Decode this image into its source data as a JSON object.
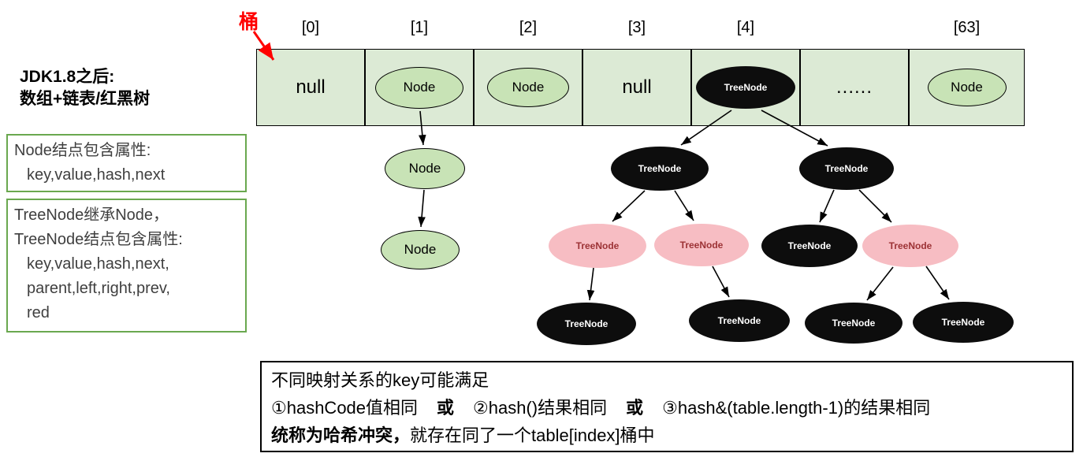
{
  "colors": {
    "cell_green": "#dcead5",
    "node_green": "#c8e3b6",
    "treenode_black": "#0d0d0d",
    "treenode_pink": "#f7bdc3",
    "pink_node_text": "#9c3235",
    "box_border_green": "#6aa84f",
    "bucket_arrow_red": "#ff0000"
  },
  "left_panel": {
    "title_line1": "JDK1.8之后:",
    "title_line2": "数组+链表/红黑树",
    "node_box": {
      "line1": "Node结点包含属性:",
      "line2": "key,value,hash,next"
    },
    "treenode_box": {
      "line1": "TreeNode继承Node，",
      "line2": "TreeNode结点包含属性:",
      "line3": "key,value,hash,next,",
      "line4": "parent,left,right,prev,",
      "line5": "red"
    }
  },
  "bucket_pointer": {
    "label": "桶"
  },
  "array": {
    "cells": [
      {
        "index": "[0]",
        "label": "null"
      },
      {
        "index": "[1]",
        "label": "Node"
      },
      {
        "index": "[2]",
        "label": "Node"
      },
      {
        "index": "[3]",
        "label": "null"
      },
      {
        "index": "[4]",
        "label": "TreeNode"
      },
      {
        "index": "",
        "label": "......"
      },
      {
        "index": "[63]",
        "label": "Node"
      }
    ]
  },
  "linked_list": {
    "nodes": [
      {
        "label": "Node"
      },
      {
        "label": "Node"
      }
    ]
  },
  "tree": {
    "level2": [
      {
        "label": "TreeNode"
      },
      {
        "label": "TreeNode"
      }
    ],
    "level3": [
      {
        "label": "TreeNode"
      },
      {
        "label": "TreeNode"
      },
      {
        "label": "TreeNode"
      },
      {
        "label": "TreeNode"
      }
    ],
    "level4": [
      {
        "label": "TreeNode"
      },
      {
        "label": "TreeNode"
      },
      {
        "label": "TreeNode"
      },
      {
        "label": "TreeNode"
      }
    ]
  },
  "note_box": {
    "line1": "不同映射关系的key可能满足",
    "line2": {
      "part1": "①hashCode值相同",
      "or1": "或",
      "part2": "②hash()结果相同",
      "or2": "或",
      "part3": "③hash&(table.length-1)的结果相同"
    },
    "line3": {
      "bold": "统称为哈希冲突，",
      "rest": "就存在同了一个table[index]桶中"
    }
  }
}
